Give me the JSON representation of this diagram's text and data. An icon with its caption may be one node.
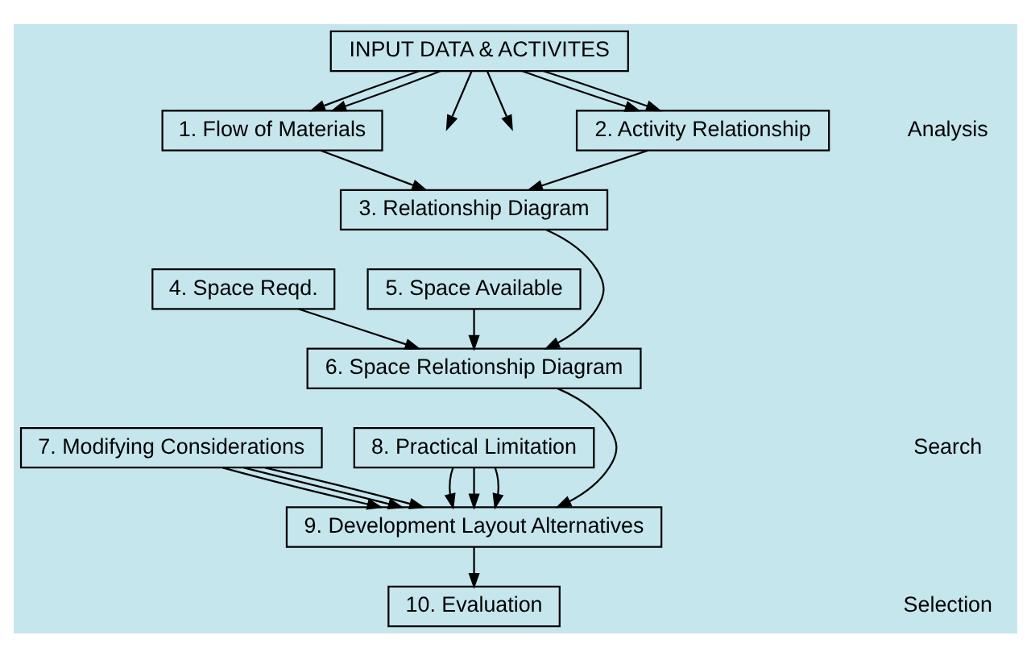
{
  "diagram": {
    "nodes": [
      {
        "text": [
          "INPUT DATA & ACTIVITES"
        ]
      },
      {
        "text": [
          "1. Flow of Materials"
        ]
      },
      {
        "text": [
          "2. Activity Relationship"
        ]
      },
      {
        "text": [
          "3. Relationship Diagram"
        ]
      },
      {
        "text": [
          "4. Space Reqd."
        ]
      },
      {
        "text": [
          "5. Space Available"
        ]
      },
      {
        "text": [
          "6. Space Relationship Diagram"
        ]
      },
      {
        "text": [
          "7. Modifying Considerations"
        ]
      },
      {
        "text": [
          "8. Practical Limitation"
        ]
      },
      {
        "text": [
          "9. Development Layout Alternatives"
        ]
      },
      {
        "text": [
          "10. Evaluation"
        ]
      }
    ],
    "edges": [
      {
        "from": 0,
        "to": 1,
        "arrow": "to"
      },
      {
        "from": 0,
        "to": 1,
        "arrow": "to"
      },
      {
        "from": 0,
        "to": null,
        "arrow": "to"
      },
      {
        "from": 0,
        "to": null,
        "arrow": "to"
      },
      {
        "from": 0,
        "to": 2,
        "arrow": "to"
      },
      {
        "from": 0,
        "to": 2,
        "arrow": "to"
      },
      {
        "from": 1,
        "to": 3,
        "arrow": "to"
      },
      {
        "from": 2,
        "to": 3,
        "arrow": "to"
      },
      {
        "from": 3,
        "to": 6,
        "arrow": "to"
      },
      {
        "from": 4,
        "to": 6,
        "arrow": "to"
      },
      {
        "from": 5,
        "to": 6,
        "arrow": "to"
      },
      {
        "from": 6,
        "to": 9,
        "arrow": "to"
      },
      {
        "from": 7,
        "to": 9,
        "arrow": "to"
      },
      {
        "from": 7,
        "to": 9,
        "arrow": "to"
      },
      {
        "from": 7,
        "to": 9,
        "arrow": "to"
      },
      {
        "from": 8,
        "to": 9,
        "arrow": "to"
      },
      {
        "from": 8,
        "to": 9,
        "arrow": "to"
      },
      {
        "from": 8,
        "to": 9,
        "arrow": "to"
      },
      {
        "from": 9,
        "to": 10,
        "arrow": "to"
      }
    ],
    "labels": [
      "Analysis",
      "Search",
      "Selection"
    ]
  }
}
